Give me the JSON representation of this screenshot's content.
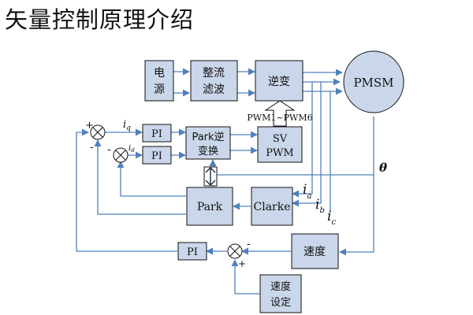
{
  "title": "矢量控制原理介绍",
  "colors": {
    "block_fill": "#cad6e9",
    "line": "#4f81bd",
    "text": "#111111"
  },
  "blocks": {
    "power": [
      "电",
      "源"
    ],
    "rectifier": [
      "整流",
      "滤波"
    ],
    "inverter": "逆变",
    "pmsm": "PMSM",
    "pwm_label": "PWM1~PWM6",
    "pi_q": "PI",
    "pi_d": "PI",
    "inv_park": [
      "Park逆",
      "变换"
    ],
    "svpwm": [
      "SV",
      "PWM"
    ],
    "park": "Park",
    "clarke": "Clarke",
    "speed": "速度",
    "pi_speed": "PI",
    "speed_set": [
      "速度",
      "设定"
    ]
  },
  "signals": {
    "iq": "i",
    "iq_sub": "q",
    "id": "i",
    "id_sub": "d",
    "ia": "i",
    "ia_sub": "a",
    "ib": "i",
    "ib_sub": "b",
    "ic": "i",
    "ic_sub": "c",
    "theta": "θ"
  },
  "signs": {
    "plus": "+",
    "minus": "-"
  }
}
